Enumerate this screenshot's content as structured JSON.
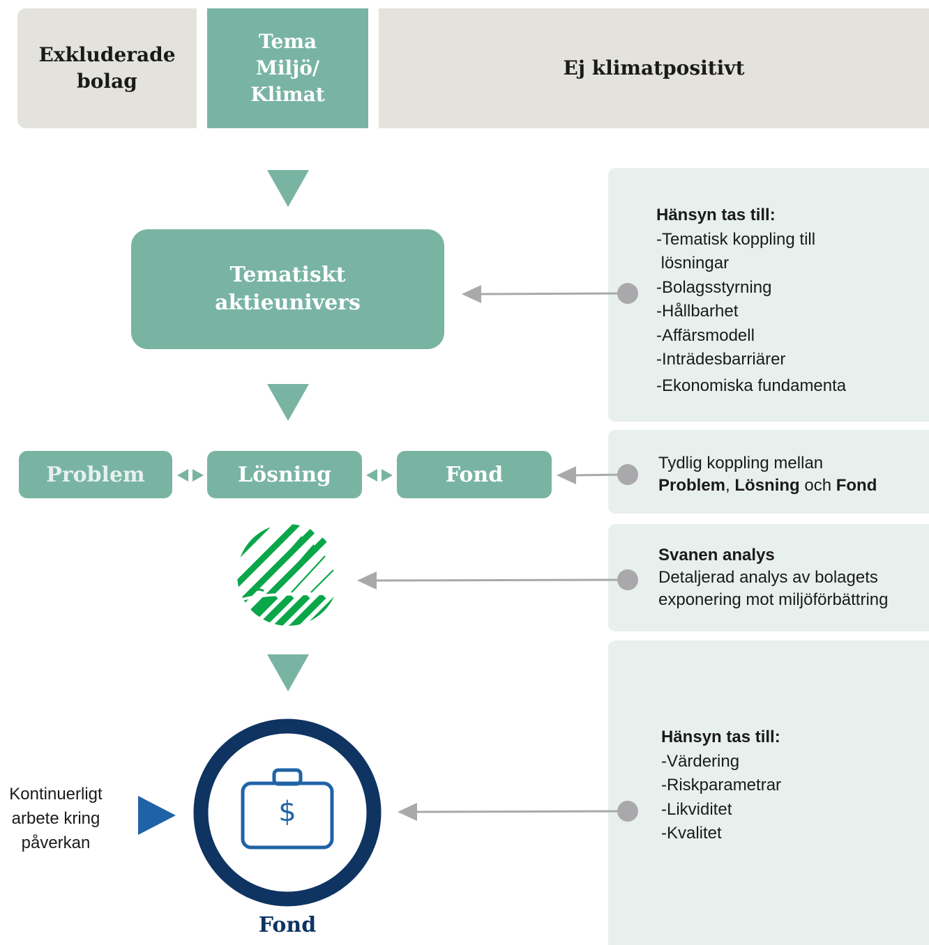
{
  "top": {
    "excluded": [
      "Exkluderade",
      "bolag"
    ],
    "theme": [
      "Tema",
      "Miljö/",
      "Klimat"
    ],
    "not_positive": "Ej klimatpositivt"
  },
  "universe": [
    "Tematiskt",
    "aktieunivers"
  ],
  "chain": {
    "problem": "Problem",
    "solution": "Lösning",
    "fund": "Fond"
  },
  "panel1": {
    "heading": "Hänsyn tas till:",
    "items": [
      "-Tematisk koppling till",
      " lösningar",
      "-Bolagsstyrning",
      "-Hållbarhet",
      "-Affärsmodell",
      "-Inträdesbarriärer",
      "-Ekonomiska fundamenta"
    ]
  },
  "panel2": {
    "line1": "Tydlig koppling mellan",
    "problem": "Problem",
    "comma": ", ",
    "solution": "Lösning",
    "och": " och ",
    "fund": "Fond"
  },
  "panel3": {
    "heading": "Svanen analys",
    "lines": [
      "Detaljerad analys av bolagets",
      "exponering mot miljöförbättring"
    ]
  },
  "panel4": {
    "heading": "Hänsyn tas till:",
    "items": [
      "-Värdering",
      "-Riskparametrar",
      "-Likviditet",
      "-Kvalitet"
    ]
  },
  "fund_label": "Fond",
  "fund_symbol": "$",
  "side_note": [
    "Kontinuerligt",
    "arbete kring",
    "påverkan"
  ],
  "colors": {
    "green": "#79b4a3",
    "grey": "#e3e2dd",
    "panel": "#e8f0ee",
    "navy": "#0f3461",
    "blue": "#1f63a6",
    "swan": "#0aa64a",
    "connector": "#a9a9ab"
  },
  "icons": [
    "triangle-down-icon",
    "double-arrow-icon",
    "swan-ecolabel-icon",
    "briefcase-dollar-icon",
    "play-arrow-icon",
    "connector-arrow-icon"
  ]
}
